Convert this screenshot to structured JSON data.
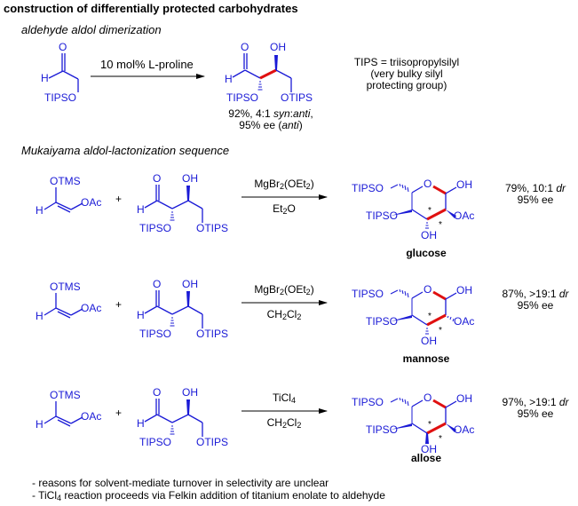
{
  "title": "construction of differentially protected carbohydrates",
  "section1": {
    "heading": "aldehyde aldol dimerization",
    "reagent": "10 mol% L-proline",
    "starting_material": {
      "labels": [
        "O",
        "H",
        "TIPSO"
      ]
    },
    "product": {
      "labels": [
        "O",
        "OH",
        "H",
        "TIPSO",
        "OTIPS"
      ]
    },
    "result_line1_pre": "92%, 4:1 ",
    "result_line1_syn": "syn",
    "result_line1_colon": ":",
    "result_line1_anti": "anti",
    "result_line1_post": ",",
    "result_line2_pre": "95% ee (",
    "result_line2_anti": "anti",
    "result_line2_post": ")",
    "note_line1": "TIPS = triisopropylsilyl",
    "note_line2": "(very bulky silyl",
    "note_line3": "protecting group)"
  },
  "section2": {
    "heading": "Mukaiyama aldol-lactonization sequence",
    "reactions": [
      {
        "enol_labels": [
          "OTMS",
          "H",
          "OAc"
        ],
        "plus": "+",
        "aldehyde_labels": [
          "O",
          "OH",
          "H",
          "TIPSO",
          "OTIPS"
        ],
        "reagent_top": "MgBr2(OEt2)",
        "reagent_bottom": "Et2O",
        "product_labels": [
          "TIPSO",
          "O",
          "OH",
          "TIPSO",
          "OAc",
          "OH"
        ],
        "product_name": "glucose",
        "yield_pre": "79%, 10:1 ",
        "yield_dr": "dr",
        "ee": "95% ee"
      },
      {
        "enol_labels": [
          "OTMS",
          "H",
          "OAc"
        ],
        "plus": "+",
        "aldehyde_labels": [
          "O",
          "OH",
          "H",
          "TIPSO",
          "OTIPS"
        ],
        "reagent_top": "MgBr2(OEt2)",
        "reagent_bottom": "CH2Cl2",
        "product_labels": [
          "TIPSO",
          "O",
          "OH",
          "TIPSO",
          "OAc",
          "OH"
        ],
        "product_name": "mannose",
        "yield_pre": "87%, >19:1 ",
        "yield_dr": "dr",
        "ee": "95% ee"
      },
      {
        "enol_labels": [
          "OTMS",
          "H",
          "OAc"
        ],
        "plus": "+",
        "aldehyde_labels": [
          "O",
          "OH",
          "H",
          "TIPSO",
          "OTIPS"
        ],
        "reagent_top": "TiCl4",
        "reagent_bottom": "CH2Cl2",
        "product_labels": [
          "TIPSO",
          "O",
          "OH",
          "TIPSO",
          "OAc",
          "OH"
        ],
        "product_name": "allose",
        "yield_pre": "97%, >19:1 ",
        "yield_dr": "dr",
        "ee": "95% ee"
      }
    ]
  },
  "notes": {
    "line1": "- reasons for solvent-mediate turnover in selectivity are unclear",
    "line2_pre": "- TiCl",
    "line2_sub": "4",
    "line2_post": " reaction proceeds via Felkin addition of titanium enolate to aldehyde"
  },
  "colors": {
    "structure": "#1a1ad6",
    "new_bond": "#e01010",
    "text": "#000000"
  }
}
